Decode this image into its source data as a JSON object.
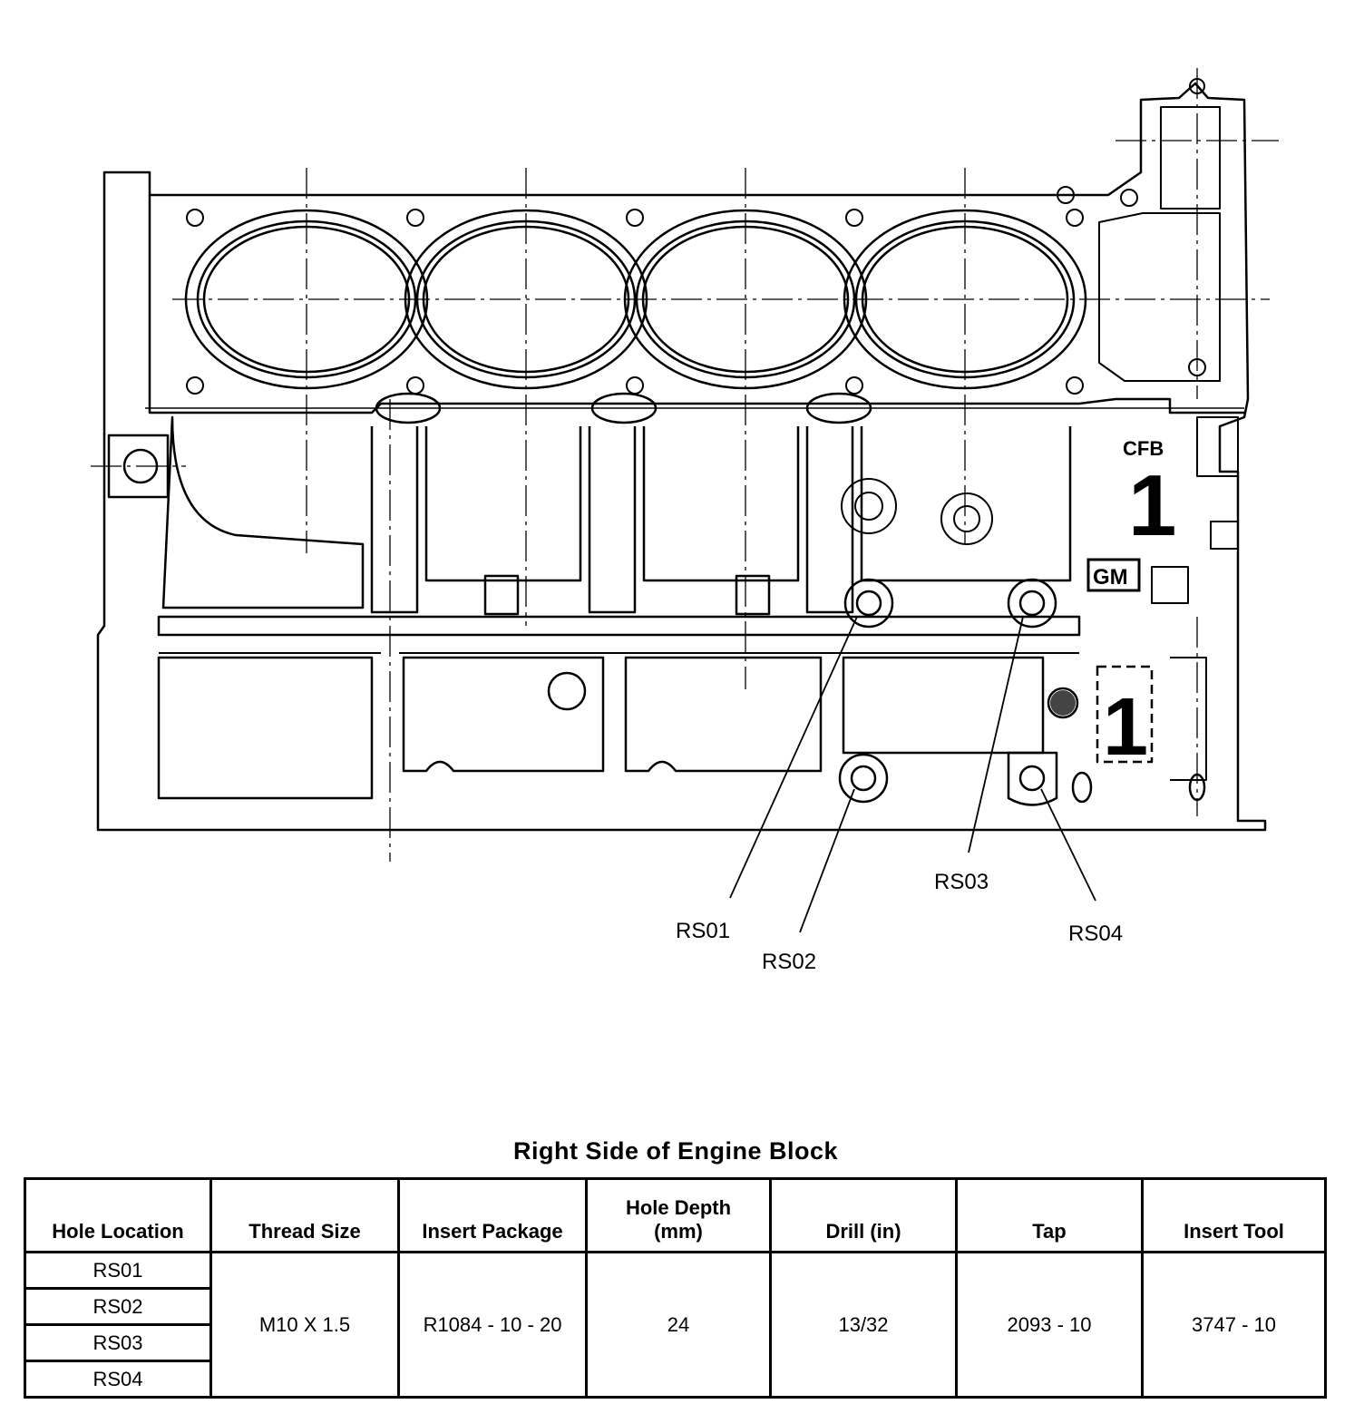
{
  "callouts": {
    "rs01": "RS01",
    "rs02": "RS02",
    "rs03": "RS03",
    "rs04": "RS04"
  },
  "block_marks": {
    "cfb": "CFB",
    "upper_number": "1",
    "logo": "GM",
    "lower_number": "1"
  },
  "caption": "Right Side of Engine Block",
  "table": {
    "headers": {
      "hole_location": "Hole Location",
      "thread_size": "Thread Size",
      "insert_package": "Insert Package",
      "hole_depth": "Hole Depth",
      "hole_depth_unit": "(mm)",
      "drill": "Drill (in)",
      "tap": "Tap",
      "insert_tool": "Insert Tool"
    },
    "holes": [
      "RS01",
      "RS02",
      "RS03",
      "RS04"
    ],
    "thread_size": "M10 X 1.5",
    "insert_package": "R1084 - 10 - 20",
    "hole_depth": "24",
    "drill": "13/32",
    "tap": "2093 - 10",
    "insert_tool": "3747 - 10"
  }
}
